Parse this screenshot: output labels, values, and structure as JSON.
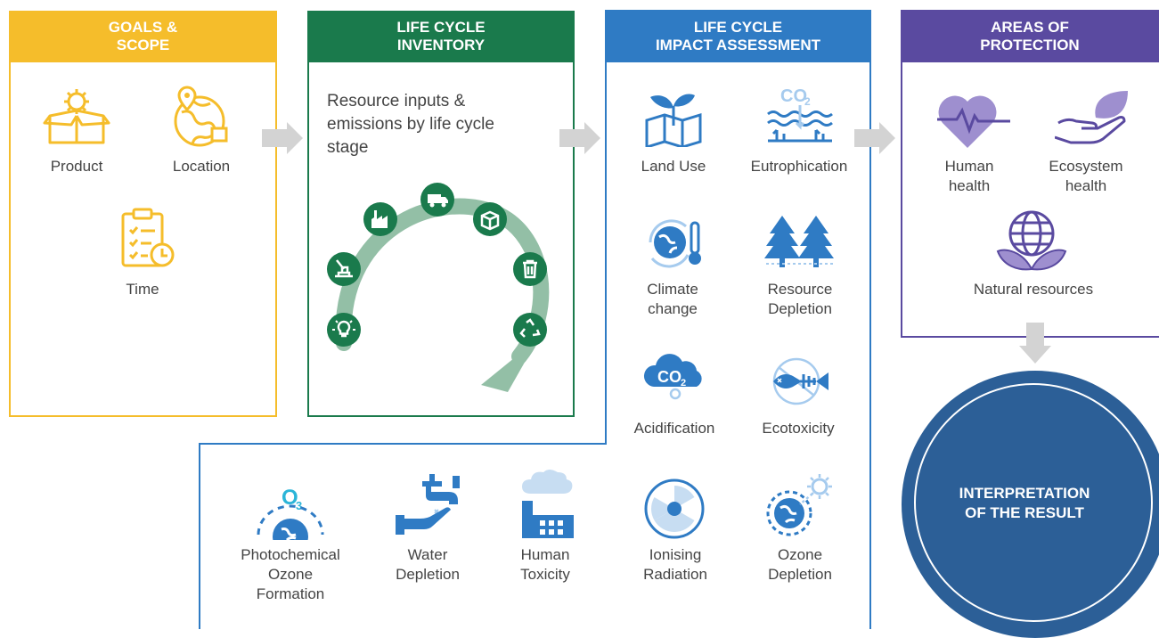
{
  "colors": {
    "goals": "#f5bd2b",
    "inventory": "#1a7a4c",
    "impact": "#2f7bc4",
    "protection": "#5a4aa0",
    "interpretation": "#2c5f97",
    "arrow": "#d3d3d3"
  },
  "goals": {
    "title_line1": "GOALS &",
    "title_line2": "SCOPE",
    "items": [
      {
        "label": "Product",
        "icon": "product-box-gear-icon"
      },
      {
        "label": "Location",
        "icon": "globe-location-icon"
      },
      {
        "label": "Time",
        "icon": "clipboard-clock-icon"
      }
    ]
  },
  "inventory": {
    "title_line1": "LIFE CYCLE",
    "title_line2": "INVENTORY",
    "description": "Resource inputs & emissions by life cycle stage",
    "stages": [
      "idea-bulb-icon",
      "extraction-excavator-icon",
      "factory-icon",
      "transport-truck-icon",
      "packaging-box-icon",
      "disposal-bin-icon",
      "recycle-icon"
    ]
  },
  "impact": {
    "title_line1": "LIFE CYCLE",
    "title_line2": "IMPACT ASSESSMENT",
    "items": [
      {
        "line1": "Land Use",
        "line2": "",
        "line3": ""
      },
      {
        "line1": "Eutrophication",
        "line2": "",
        "line3": ""
      },
      {
        "line1": "Climate",
        "line2": "change",
        "line3": ""
      },
      {
        "line1": "Resource",
        "line2": "Depletion",
        "line3": ""
      },
      {
        "line1": "Acidification",
        "line2": "",
        "line3": ""
      },
      {
        "line1": "Ecotoxicity",
        "line2": "",
        "line3": ""
      },
      {
        "line1": "Photochemical",
        "line2": "Ozone",
        "line3": "Formation"
      },
      {
        "line1": "Water",
        "line2": "Depletion",
        "line3": ""
      },
      {
        "line1": "Human",
        "line2": "Toxicity",
        "line3": ""
      },
      {
        "line1": "Ionising",
        "line2": "Radiation",
        "line3": ""
      },
      {
        "line1": "Ozone",
        "line2": "Depletion",
        "line3": ""
      }
    ]
  },
  "protection": {
    "title_line1": "AREAS OF",
    "title_line2": "PROTECTION",
    "items": [
      {
        "line1": "Human",
        "line2": "health"
      },
      {
        "line1": "Ecosystem",
        "line2": "health"
      },
      {
        "line1": "Natural resources",
        "line2": ""
      }
    ]
  },
  "interpretation": {
    "line1": "INTERPRETATION",
    "line2": "OF THE RESULT"
  },
  "icon_text": {
    "co2": "CO",
    "co2_sub": "2",
    "o3": "O",
    "o3_sub": "3"
  }
}
